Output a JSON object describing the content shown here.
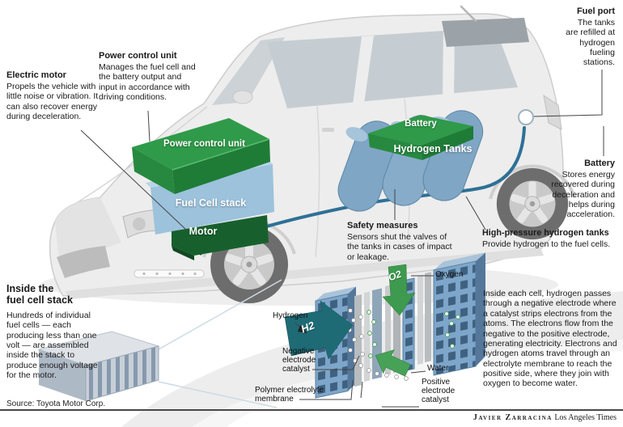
{
  "annotations": {
    "electric_motor": {
      "title": "Electric motor",
      "body": "Propels the vehicle with little noise or vibration. It can also recover energy during deceleration."
    },
    "power_control_unit": {
      "title": "Power control unit",
      "body": "Manages the fuel cell and the battery output and input in accordance with driving conditions."
    },
    "fuel_port": {
      "title": "Fuel port",
      "body": "The tanks are refilled at hydrogen fueling stations."
    },
    "battery": {
      "title": "Battery",
      "body": "Stores energy recovered during deceleration and helps during acceleration."
    },
    "safety_measures": {
      "title": "Safety measures",
      "body": "Sensors shut the valves of the tanks in cases of impact or leakage."
    },
    "high_pressure_tanks": {
      "title": "High-pressure hydrogen tanks",
      "body": "Provide hydrogen to the fuel cells."
    },
    "inside_stack": {
      "title": "Inside the\nfuel cell stack",
      "body": "Hundreds of individual fuel cells — each producing less than one volt — are assembled inside the stack to produce enough voltage for the motor."
    },
    "cell_process": {
      "body": "Inside each cell, hydrogen passes through a negative electrode where a catalyst strips electrons from the atoms. The electrons flow from the negative to the positive electrode, generating electricity. Electrons and hydrogen atoms travel through an electrolyte membrane to reach the positive side, where they join with oxygen to become water."
    }
  },
  "component_labels": {
    "power_control_unit": "Power control unit",
    "fuel_cell_stack": "Fuel Cell stack",
    "motor": "Motor",
    "battery": "Battery",
    "hydrogen_tanks": "Hydrogen Tanks"
  },
  "cell_diagram_labels": {
    "hydrogen": "Hydrogen",
    "h2": "H2",
    "oxygen": "Oxygen",
    "o2": "O2",
    "negative_catalyst": "Negative electrode catalyst",
    "membrane": "Polymer electrolyte membrane",
    "water": "Water",
    "positive_catalyst": "Positive electrode catalyst"
  },
  "footer": {
    "source": "Source: Toyota Motor Corp.",
    "credit_name": "Javier Zarracina",
    "credit_org": "Los Angeles Times"
  },
  "colors": {
    "component_green": "#2f9a49",
    "component_green_dark": "#1f7c37",
    "stack_blue": "#9cc2dc",
    "tank_blue": "#7fa6c4",
    "pipe_blue": "#2e7096",
    "h2_teal": "#1e6b76",
    "o2_green": "#3d9a4e",
    "car_gray": "#ededed"
  }
}
